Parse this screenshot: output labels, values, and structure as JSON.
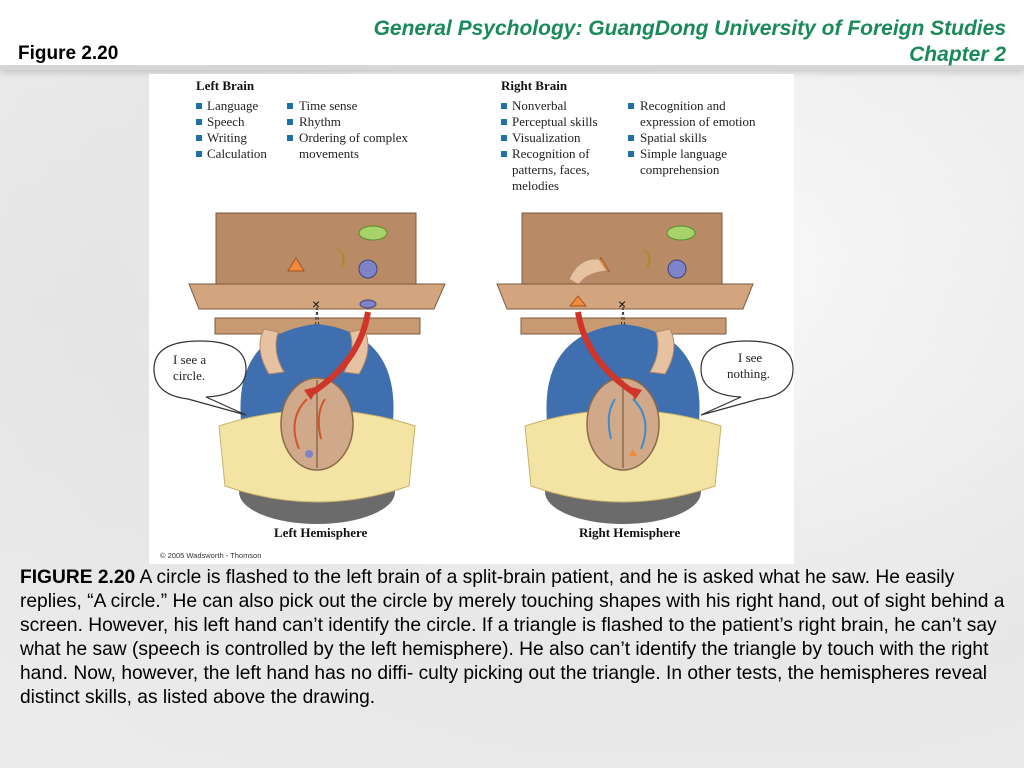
{
  "header": {
    "figure_label": "Figure 2.20",
    "course_line1": "General Psychology: GuangDong University of Foreign Studies",
    "course_line2": "Chapter 2",
    "accent_color": "#1a8a5a"
  },
  "figure": {
    "left_brain": {
      "title": "Left Brain",
      "col1": [
        "Language",
        "Speech",
        "Writing",
        "Calculation"
      ],
      "col2": [
        "Time sense",
        "Rhythm",
        "Ordering of complex",
        "movements"
      ]
    },
    "right_brain": {
      "title": "Right Brain",
      "col1": [
        "Nonverbal",
        "Perceptual skills",
        "Visualization",
        "Recognition of",
        "patterns, faces,",
        "melodies"
      ],
      "col2": [
        "Recognition and",
        "expression of emotion",
        "Spatial skills",
        "Simple language",
        "comprehension"
      ]
    },
    "left_bubble": [
      "I see a",
      "circle."
    ],
    "right_bubble": [
      "I see",
      "nothing."
    ],
    "left_hemisphere_label": "Left Hemisphere",
    "right_hemisphere_label": "Right Hemisphere",
    "copyright": "© 2005 Wadsworth - Thomson",
    "bullet_color": "#1f6fa8"
  },
  "caption": {
    "lead": "FIGURE 2.20",
    "body": " A circle is flashed to the left brain of a split-brain patient, and he is asked what he saw. He easily replies, “A circle.” He can also pick out the circle by merely touching shapes with his right hand, out of sight behind a screen. However, his left hand can’t identify the circle. If a triangle is flashed to the patient’s right brain, he can’t say what he saw (speech is controlled by the left hemisphere). He also can’t identify the triangle by touch with the right hand. Now, however, the left hand has no diffi- culty picking out the triangle. In other tests, the hemispheres reveal distinct skills, as listed above the drawing."
  }
}
